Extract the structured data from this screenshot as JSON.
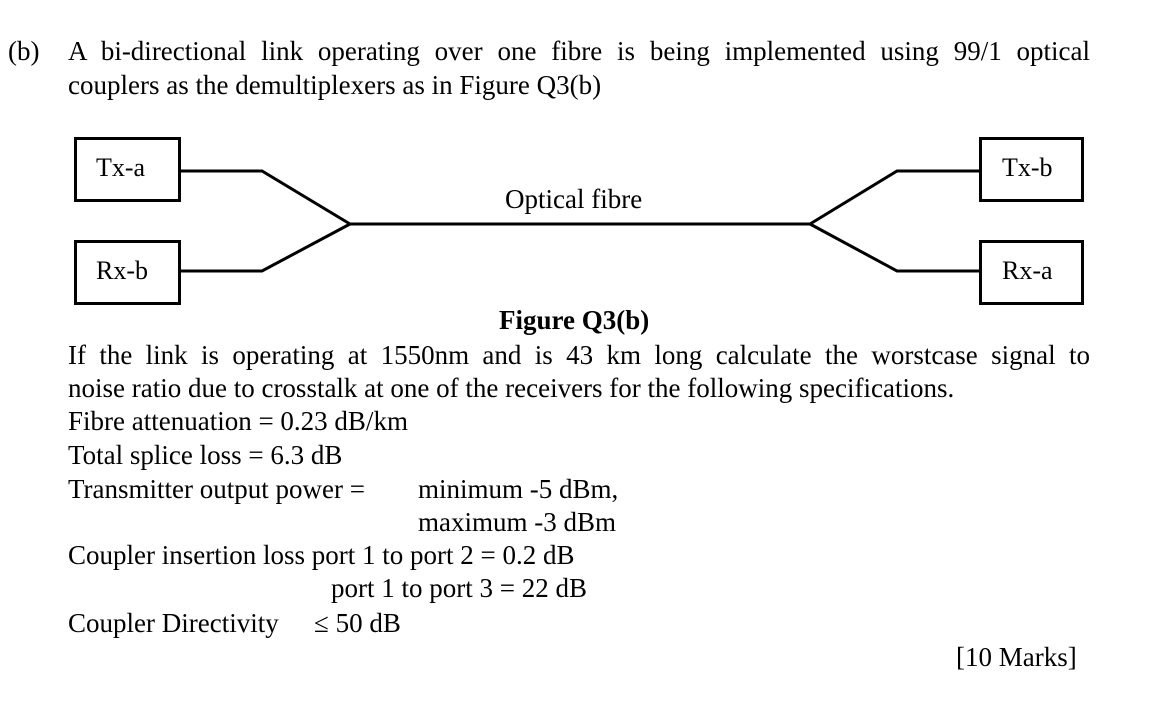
{
  "question": {
    "part_label": "(b)",
    "intro_line1": "A bi-directional link operating over one fibre is being implemented using 99/1 optical",
    "intro_line2": "couplers as the demultiplexers as in Figure Q3(b)"
  },
  "figure": {
    "boxes": {
      "tx_a": "Tx-a",
      "rx_b": "Rx-b",
      "tx_b": "Tx-b",
      "rx_a": "Rx-a"
    },
    "fibre_label": "Optical fibre",
    "caption": "Figure Q3(b)"
  },
  "body": {
    "para_line1": "If the link is operating at 1550nm and is 43 km long calculate the worstcase signal to",
    "para_line2": "noise ratio due to crosstalk at one of the receivers for the following specifications."
  },
  "specs": {
    "fibre_attenuation": "Fibre attenuation = 0.23 dB/km",
    "splice_loss": "Total splice loss = 6.3 dB",
    "tx_power_label": "Transmitter output power =",
    "tx_power_min": "minimum -5 dBm,",
    "tx_power_max": "maximum -3 dBm",
    "coupler_loss_12": "Coupler insertion loss port 1 to port 2 = 0.2 dB",
    "coupler_loss_13": "port 1 to port 3 = 22 dB",
    "directivity_label": "Coupler Directivity",
    "directivity_value": "≤ 50 dB"
  },
  "marks": "[10 Marks]"
}
